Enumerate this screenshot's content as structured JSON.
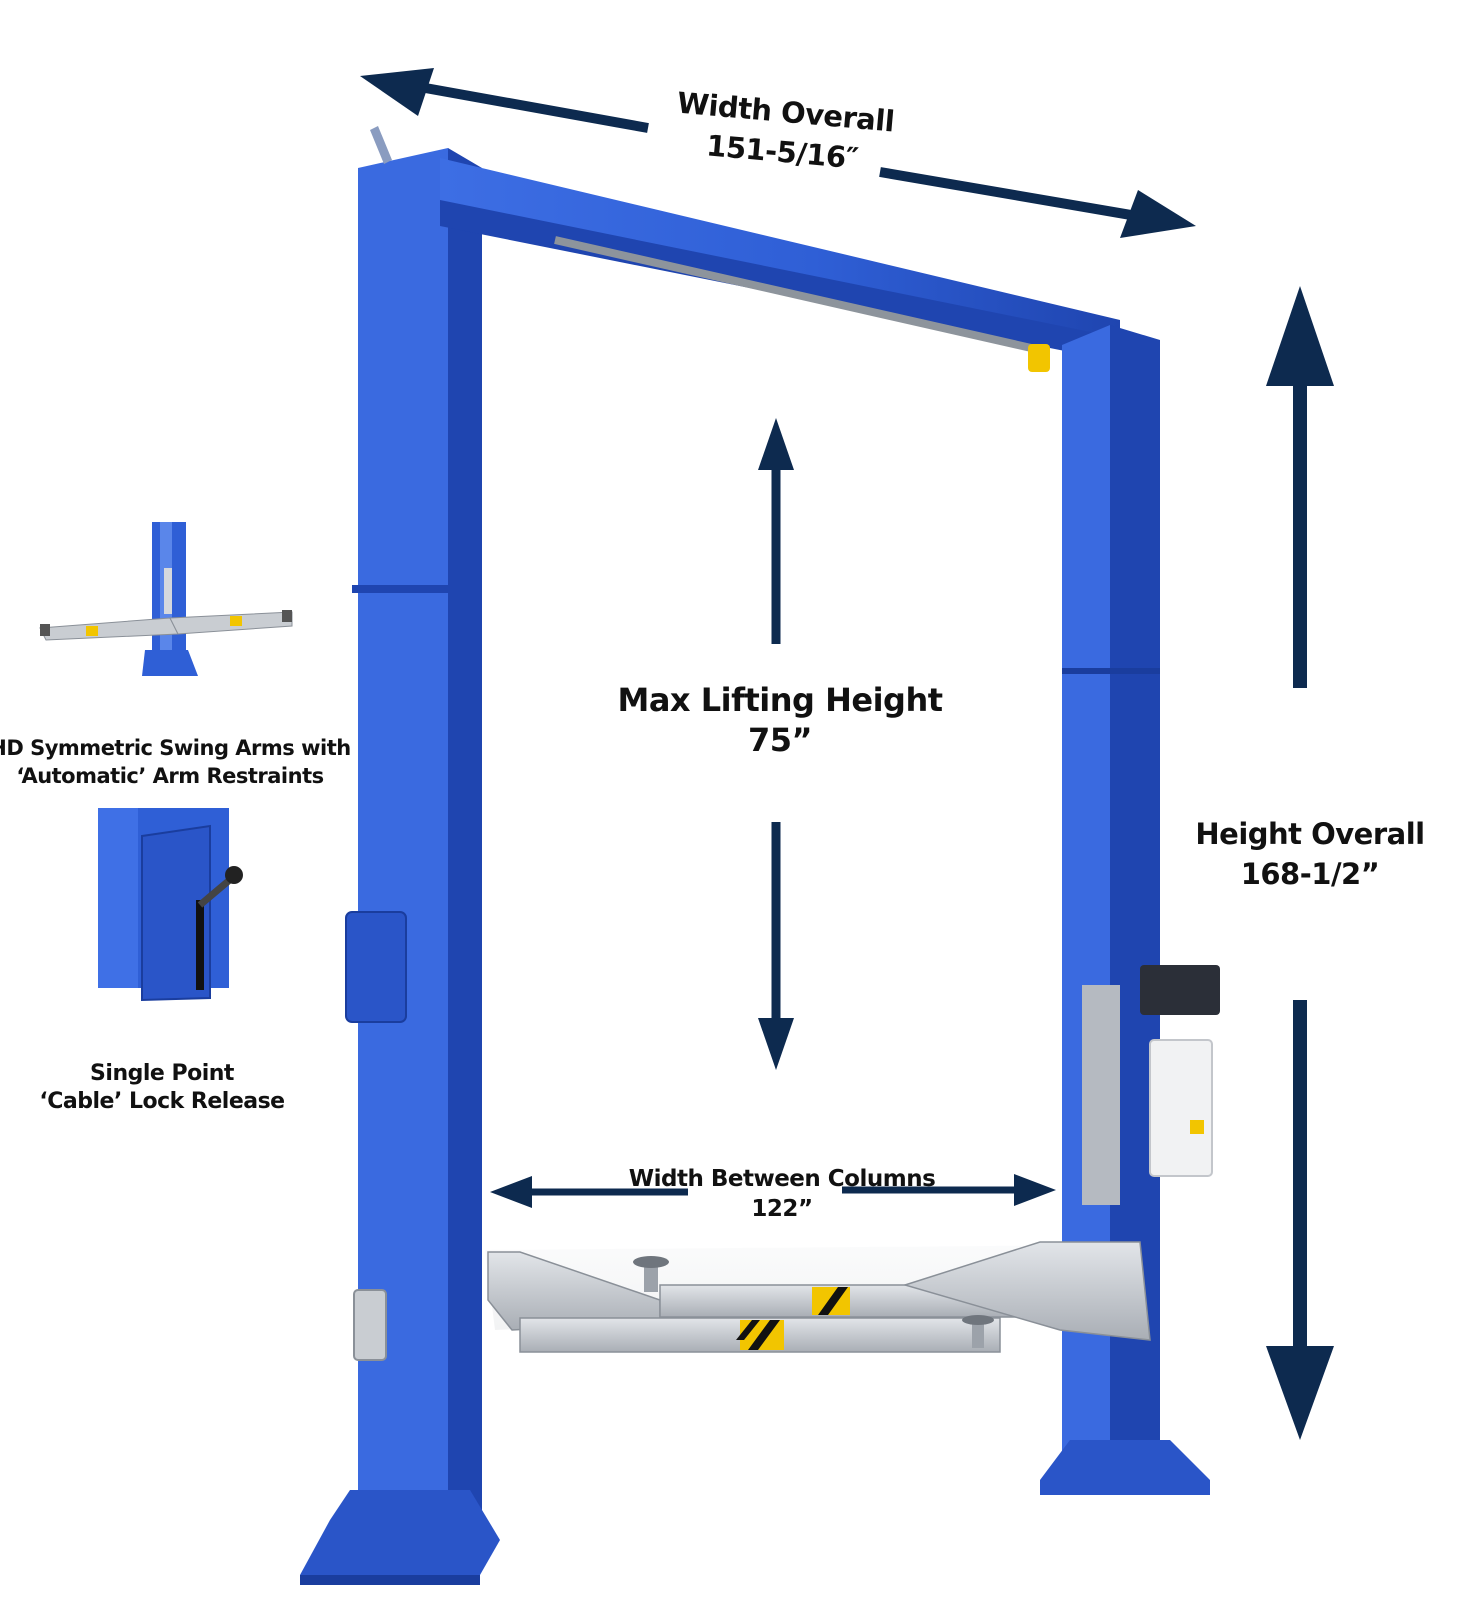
{
  "colors": {
    "column_blue": "#2f5fd6",
    "column_dark": "#1f45b0",
    "arrow_navy": "#0d2a4f",
    "arm_gray": "#c9cdd2",
    "hazard_yellow": "#f2c500"
  },
  "dimensions": {
    "width_overall": {
      "label": "Width Overall",
      "value": "151-5/16″"
    },
    "max_lifting_height": {
      "label": "Max Lifting Height",
      "value": "75”"
    },
    "height_overall": {
      "label": "Height Overall",
      "value": "168-1/2”"
    },
    "width_between_columns": {
      "label": "Width Between Columns",
      "value": "122”"
    }
  },
  "features": [
    {
      "line1": "HD Symmetric Swing Arms with",
      "line2": "‘Automatic’ Arm Restraints",
      "icon": "swing-arms-photo"
    },
    {
      "line1": "Single Point",
      "line2": "‘Cable’ Lock Release",
      "icon": "cable-lock-photo"
    }
  ]
}
